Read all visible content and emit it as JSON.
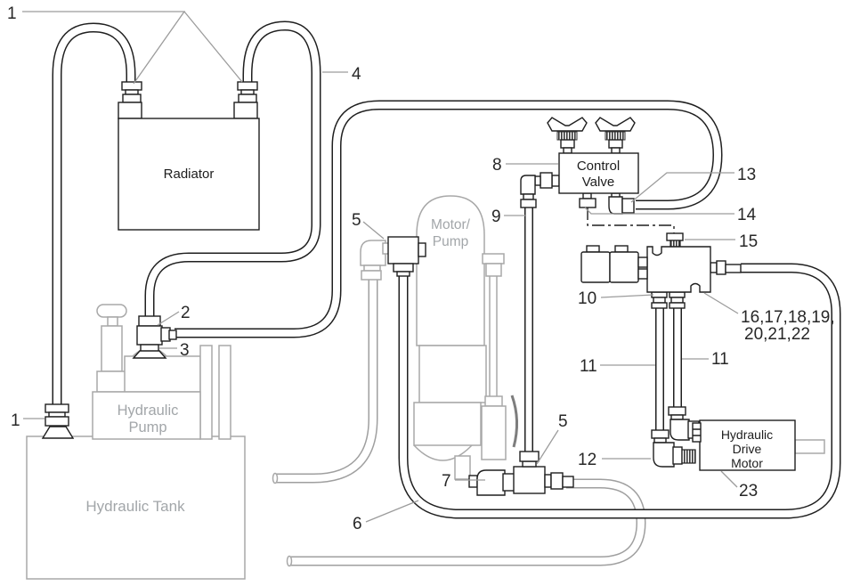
{
  "diagram": {
    "kind": "hydraulic-system-parts-diagram",
    "components": {
      "radiator": {
        "label": "Radiator"
      },
      "hydraulic_pump": {
        "label_line1": "Hydraulic",
        "label_line2": "Pump"
      },
      "hydraulic_tank": {
        "label": "Hydraulic Tank"
      },
      "motor_pump": {
        "label_line1": "Motor/",
        "label_line2": "Pump"
      },
      "control_valve": {
        "label_line1": "Control",
        "label_line2": "Valve"
      },
      "hydraulic_drive_motor": {
        "label_line1": "Hydraulic",
        "label_line2": "Drive",
        "label_line3": "Motor"
      }
    },
    "callouts": {
      "radiator_hose_fittings": "1",
      "tank_suction_fitting": "1",
      "pump_tee_top": "2",
      "pump_tee_bottom": "3",
      "radiator_hose": "4",
      "motor_pump_elbow": "5",
      "bottom_tee": "5",
      "return_hose": "6",
      "pump_outlet_elbow": "7",
      "control_valve": "8",
      "pressure_hose": "9",
      "solenoid_coils": "10",
      "drive_hose_left": "11",
      "drive_hose_right": "11",
      "drive_motor_elbow": "12",
      "valve_return_elbow": "13",
      "valve_bottom_fitting": "14",
      "manifold_plug": "15",
      "manifold_parts_line1": "16,17,18,19,",
      "manifold_parts_line2": "20,21,22",
      "drive_motor": "23"
    },
    "colors": {
      "line": "#1f1f1f",
      "secondary_gray": "#a8a8a8",
      "leader_gray": "#9c9c9c",
      "label_text": "#272727",
      "gray_text": "#a2a6a9"
    }
  }
}
